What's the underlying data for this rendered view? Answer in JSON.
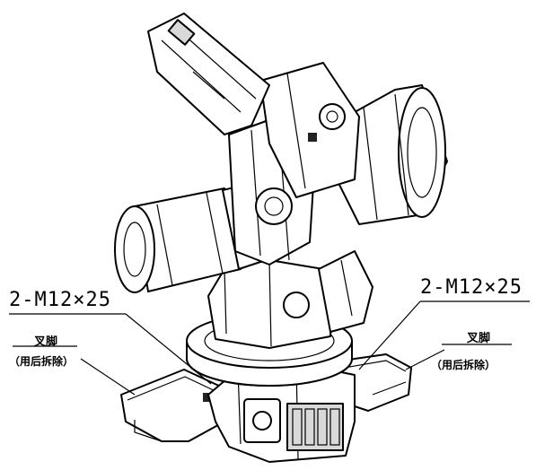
{
  "callouts": {
    "left": {
      "bolt_spec": "2-M12×25",
      "part_name": "叉脚",
      "note": "（用后拆除）"
    },
    "right": {
      "bolt_spec": "2-M12×25",
      "part_name": "叉脚",
      "note": "（用后拆除）"
    }
  },
  "colors": {
    "line": "#000000",
    "background": "#ffffff",
    "shade": "#d9d9d9"
  }
}
